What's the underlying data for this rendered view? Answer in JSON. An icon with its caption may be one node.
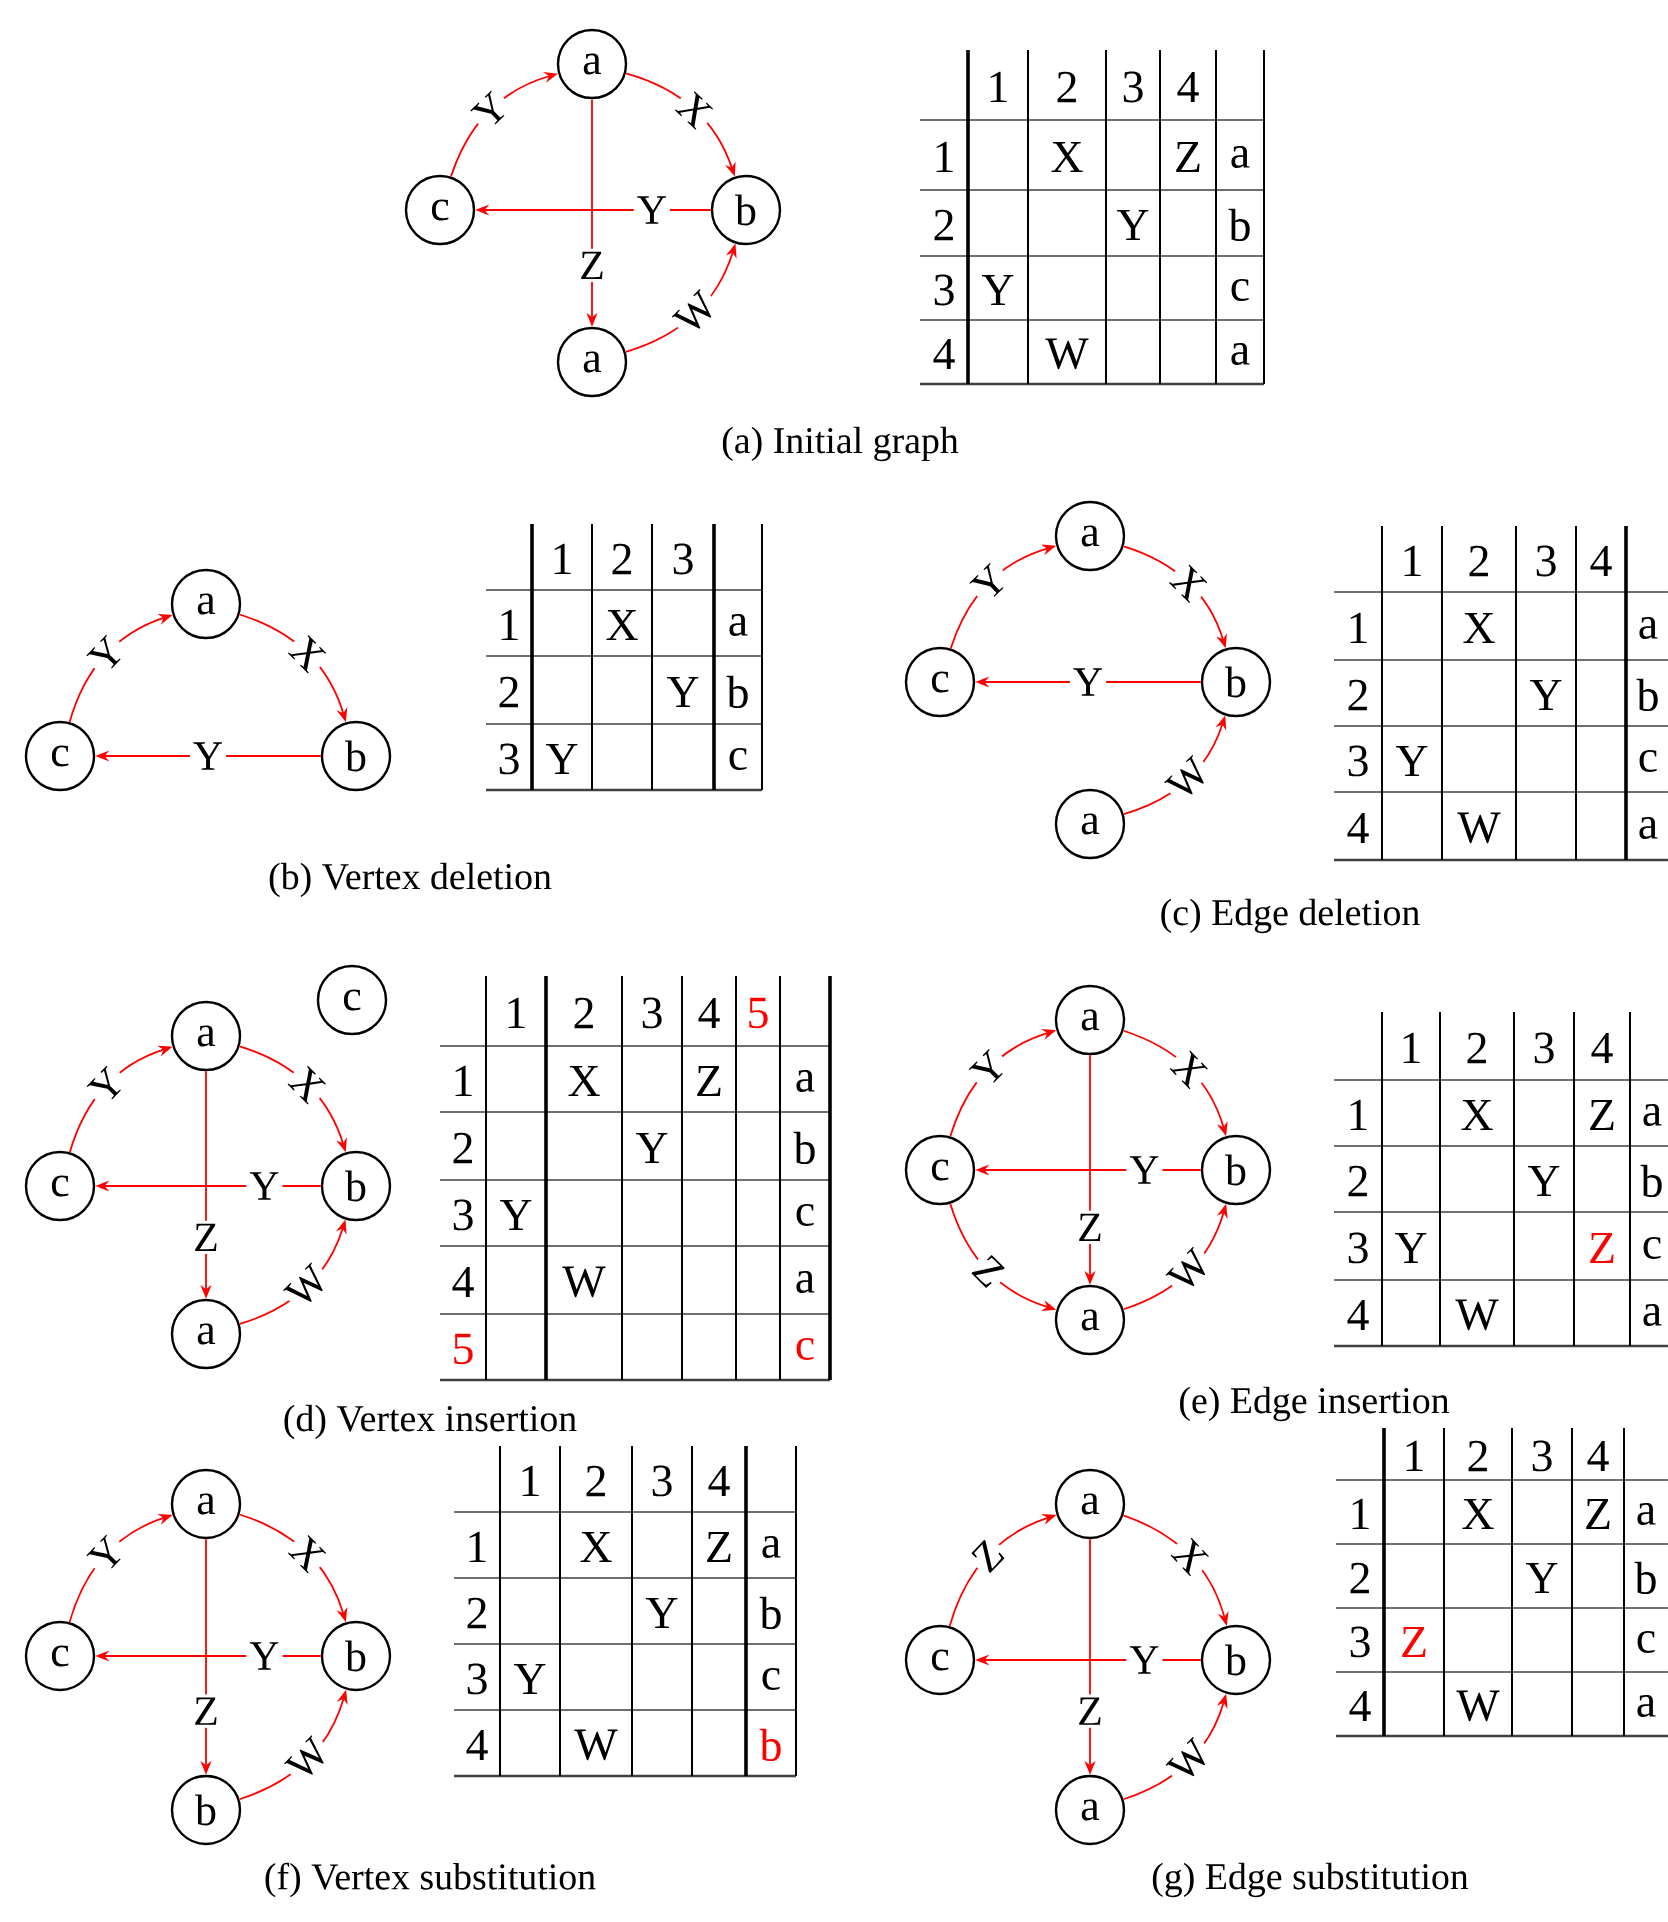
{
  "diagram": {
    "nodes": [
      {
        "text": [
          "a"
        ]
      },
      {
        "text": [
          "c"
        ]
      },
      {
        "text": [
          "b"
        ]
      },
      {
        "text": [
          "a"
        ]
      },
      {
        "text": [
          "a"
        ]
      },
      {
        "text": [
          "c"
        ]
      },
      {
        "text": [
          "b"
        ]
      },
      {
        "text": [
          "a"
        ]
      },
      {
        "text": [
          "c"
        ]
      },
      {
        "text": [
          "b"
        ]
      },
      {
        "text": [
          "a"
        ]
      },
      {
        "text": [
          "a"
        ]
      },
      {
        "text": [
          "c"
        ]
      },
      {
        "text": [
          "c"
        ]
      },
      {
        "text": [
          "b"
        ]
      },
      {
        "text": [
          "a"
        ]
      },
      {
        "text": [
          "a"
        ]
      },
      {
        "text": [
          "c"
        ]
      },
      {
        "text": [
          "b"
        ]
      },
      {
        "text": [
          "a"
        ]
      },
      {
        "text": [
          "a"
        ]
      },
      {
        "text": [
          "c"
        ]
      },
      {
        "text": [
          "b"
        ]
      },
      {
        "text": [
          "b"
        ]
      },
      {
        "text": [
          "a"
        ]
      },
      {
        "text": [
          "c"
        ]
      },
      {
        "text": [
          "b"
        ]
      },
      {
        "text": [
          "a"
        ]
      }
    ],
    "edges": [
      {
        "from": 1,
        "to": 0,
        "arrow": "to",
        "label": "Y"
      },
      {
        "from": 0,
        "to": 2,
        "arrow": "to",
        "label": "X"
      },
      {
        "from": 0,
        "to": 3,
        "arrow": "to",
        "label": "Z"
      },
      {
        "from": 2,
        "to": 1,
        "arrow": "to",
        "label": "Y"
      },
      {
        "from": 3,
        "to": 2,
        "arrow": "to",
        "label": "W"
      },
      {
        "from": 5,
        "to": 4,
        "arrow": "to",
        "label": "Y"
      },
      {
        "from": 4,
        "to": 6,
        "arrow": "to",
        "label": "X"
      },
      {
        "from": 6,
        "to": 5,
        "arrow": "to",
        "label": "Y"
      },
      {
        "from": 8,
        "to": 7,
        "arrow": "to",
        "label": "Y"
      },
      {
        "from": 7,
        "to": 9,
        "arrow": "to",
        "label": "X"
      },
      {
        "from": 9,
        "to": 8,
        "arrow": "to",
        "label": "Y"
      },
      {
        "from": 10,
        "to": 9,
        "arrow": "to",
        "label": "W"
      },
      {
        "from": 13,
        "to": 11,
        "arrow": "to",
        "label": "Y"
      },
      {
        "from": 11,
        "to": 14,
        "arrow": "to",
        "label": "X"
      },
      {
        "from": 11,
        "to": 15,
        "arrow": "to",
        "label": "Z"
      },
      {
        "from": 14,
        "to": 13,
        "arrow": "to",
        "label": "Y"
      },
      {
        "from": 15,
        "to": 14,
        "arrow": "to",
        "label": "W"
      },
      {
        "from": 17,
        "to": 16,
        "arrow": "to",
        "label": "Y"
      },
      {
        "from": 16,
        "to": 18,
        "arrow": "to",
        "label": "X"
      },
      {
        "from": 16,
        "to": 19,
        "arrow": "to",
        "label": "Z"
      },
      {
        "from": 18,
        "to": 17,
        "arrow": "to",
        "label": "Y"
      },
      {
        "from": 19,
        "to": 18,
        "arrow": "to",
        "label": "W"
      },
      {
        "from": 17,
        "to": 19,
        "arrow": "to",
        "label": "Z"
      },
      {
        "from": 21,
        "to": 20,
        "arrow": "to",
        "label": "Y"
      },
      {
        "from": 20,
        "to": 22,
        "arrow": "to",
        "label": "X"
      },
      {
        "from": 20,
        "to": 23,
        "arrow": "to",
        "label": "Z"
      },
      {
        "from": 22,
        "to": 21,
        "arrow": "to",
        "label": "Y"
      },
      {
        "from": 23,
        "to": 22,
        "arrow": "to",
        "label": "W"
      },
      {
        "from": 25,
        "to": 24,
        "arrow": "to",
        "label": "Z"
      },
      {
        "from": 24,
        "to": 26,
        "arrow": "to",
        "label": "X"
      },
      {
        "from": 24,
        "to": 27,
        "arrow": "to",
        "label": "Z"
      },
      {
        "from": 26,
        "to": 25,
        "arrow": "to",
        "label": "Y"
      },
      {
        "from": 27,
        "to": 26,
        "arrow": "to",
        "label": "W"
      }
    ],
    "labels": [
      "1",
      "2",
      "3",
      "4",
      "1",
      "X",
      "Z",
      "a",
      "2",
      "Y",
      "b",
      "3",
      "Y",
      "c",
      "4",
      "W",
      "a",
      "(a) Initial graph",
      "1",
      "2",
      "3",
      "1",
      "X",
      "a",
      "2",
      "Y",
      "b",
      "3",
      "Y",
      "c",
      "(b) Vertex deletion",
      "1",
      "2",
      "3",
      "4",
      "1",
      "X",
      "a",
      "2",
      "Y",
      "b",
      "3",
      "Y",
      "c",
      "4",
      "W",
      "a",
      "(c) Edge deletion",
      "1",
      "2",
      "3",
      "4",
      "5",
      "1",
      "X",
      "Z",
      "a",
      "2",
      "Y",
      "b",
      "3",
      "Y",
      "c",
      "4",
      "W",
      "a",
      "5",
      "c",
      "(d) Vertex insertion",
      "1",
      "2",
      "3",
      "4",
      "1",
      "X",
      "Z",
      "a",
      "2",
      "Y",
      "b",
      "3",
      "Y",
      "Z",
      "c",
      "4",
      "W",
      "a",
      "(e) Edge insertion",
      "1",
      "2",
      "3",
      "4",
      "1",
      "X",
      "Z",
      "a",
      "2",
      "Y",
      "b",
      "3",
      "Y",
      "c",
      "4",
      "W",
      "b",
      "(f) Vertex substitution",
      "1",
      "2",
      "3",
      "4",
      "1",
      "X",
      "Z",
      "a",
      "2",
      "Y",
      "b",
      "3",
      "Z",
      "c",
      "4",
      "W",
      "a",
      "(g) Edge substitution"
    ]
  }
}
